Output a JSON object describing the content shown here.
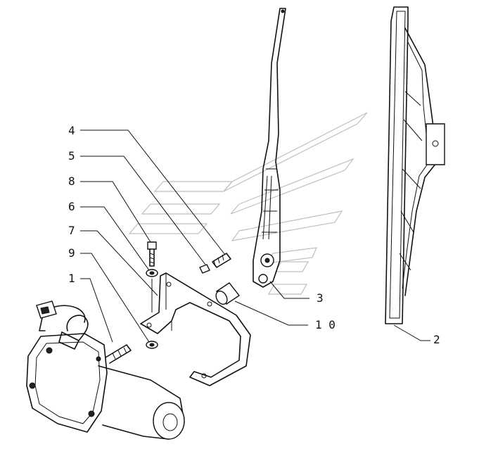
{
  "diagram": {
    "callouts": [
      {
        "id": "callout-1",
        "text": "1"
      },
      {
        "id": "callout-2",
        "text": "2"
      },
      {
        "id": "callout-3",
        "text": "3"
      },
      {
        "id": "callout-4",
        "text": "4"
      },
      {
        "id": "callout-5",
        "text": "5"
      },
      {
        "id": "callout-6",
        "text": "6"
      },
      {
        "id": "callout-7",
        "text": "7"
      },
      {
        "id": "callout-8",
        "text": "8"
      },
      {
        "id": "callout-9",
        "text": "9"
      },
      {
        "id": "callout-10",
        "text": "1 0"
      }
    ]
  },
  "colors": {
    "line": "#111111",
    "background": "#ffffff",
    "watermark": "#bfbfbf"
  }
}
